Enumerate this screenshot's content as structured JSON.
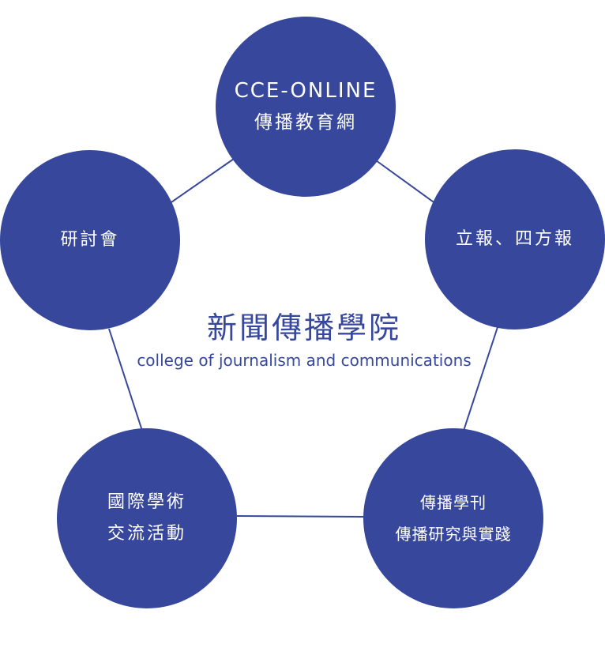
{
  "center": {
    "title": "新聞傳播學院",
    "subtitle": "college of journalism and communications"
  },
  "nodes": {
    "top": {
      "line1": "CCE-ONLINE",
      "line2": "傳播教育網"
    },
    "right": {
      "line1": "立報、四方報"
    },
    "left": {
      "line1": "研討會"
    },
    "bottom_left": {
      "line1": "國際學術",
      "line2": "交流活動"
    },
    "bottom_right": {
      "line1": "傳播學刊",
      "line2": "傳播研究與實踐"
    }
  },
  "colors": {
    "node_fill": "#37489c",
    "node_text": "#ffffff",
    "connector": "#37489c",
    "center_text": "#37489c"
  }
}
